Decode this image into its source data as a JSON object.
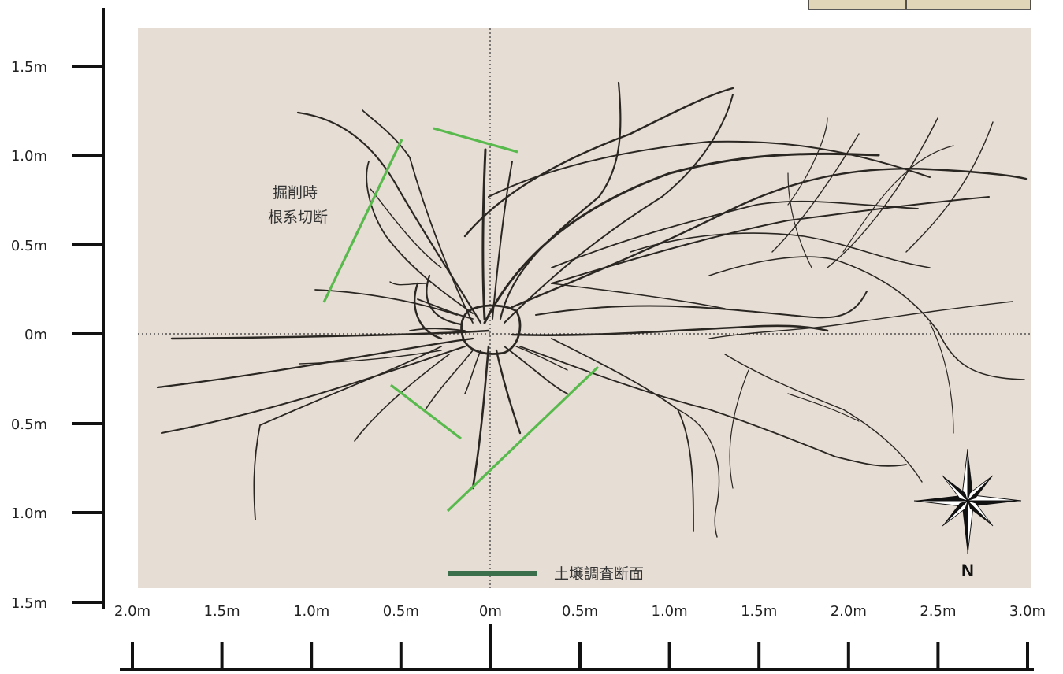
{
  "colors": {
    "background": "#e6ddd4",
    "axis": "#111111",
    "cut_line": "#58b94c",
    "legend_line": "#3b6e4a",
    "root": "#2a2622",
    "box_fill": "#e2d6b8"
  },
  "y_axis": {
    "ticks": [
      {
        "label": "1.5m"
      },
      {
        "label": "1.0m"
      },
      {
        "label": "0.5m"
      },
      {
        "label": "0m"
      },
      {
        "label": "0.5m"
      },
      {
        "label": "1.0m"
      },
      {
        "label": "1.5m"
      }
    ]
  },
  "x_axis": {
    "ticks": [
      {
        "label": "2.0m"
      },
      {
        "label": "1.5m"
      },
      {
        "label": "1.0m"
      },
      {
        "label": "0.5m"
      },
      {
        "label": "0m"
      },
      {
        "label": "0.5m"
      },
      {
        "label": "1.0m"
      },
      {
        "label": "1.5m"
      },
      {
        "label": "2.0m"
      },
      {
        "label": "2.5m"
      },
      {
        "label": "3.0m"
      }
    ]
  },
  "annotation": {
    "line1": "掘削時",
    "line2": "根系切断"
  },
  "legend": {
    "label": "土壌調査断面"
  },
  "compass": {
    "icon": "compass-rose-icon",
    "label": "N"
  }
}
